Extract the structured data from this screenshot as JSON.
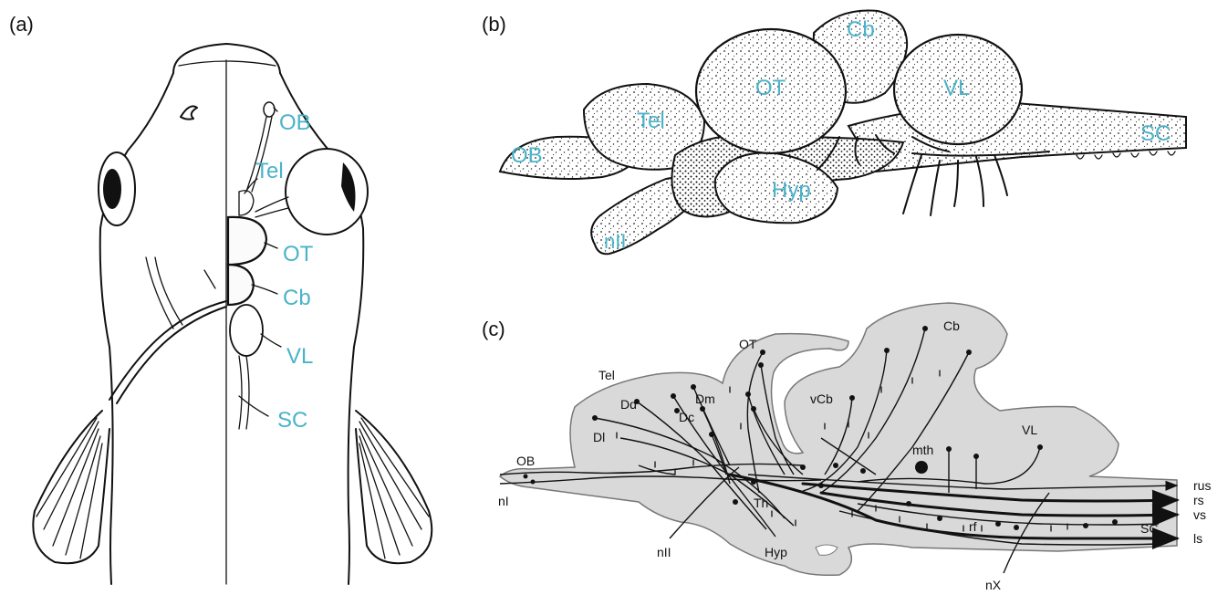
{
  "panel_a": {
    "label": "(a)",
    "labels": {
      "ob": "OB",
      "tel": "Tel",
      "ot": "OT",
      "cb": "Cb",
      "vl": "VL",
      "sc": "SC"
    }
  },
  "panel_b": {
    "label": "(b)",
    "labels": {
      "cb": "Cb",
      "ot": "OT",
      "vl": "VL",
      "tel": "Tel",
      "ob": "OB",
      "hyp": "Hyp",
      "sc": "SC",
      "nii": "nII"
    }
  },
  "panel_c": {
    "label": "(c)",
    "labels": {
      "ot": "OT",
      "cb": "Cb",
      "tel": "Tel",
      "dd": "Dd",
      "dm": "Dm",
      "dc": "Dc",
      "dl": "Dl",
      "vcb": "vCb",
      "vl": "VL",
      "mth": "mth",
      "ob": "OB",
      "ni": "nI",
      "th": "Th",
      "nii": "nII",
      "hyp": "Hyp",
      "rf": "rf",
      "sc": "SC",
      "nx": "nX",
      "rus": "rus",
      "rs": "rs",
      "vs": "vs",
      "ls": "ls"
    }
  },
  "colors": {
    "label_cyan": "#4ab3c9",
    "grey_fill": "#d9d9d9",
    "line": "#111111"
  }
}
